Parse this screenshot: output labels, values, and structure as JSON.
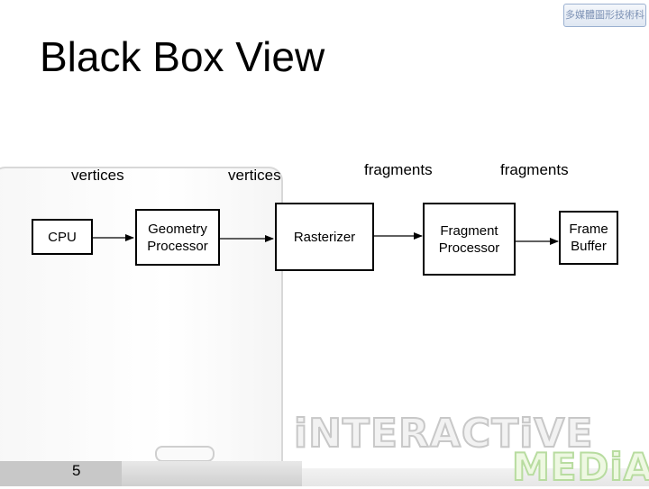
{
  "logo": {
    "text": "多媒體圖形技術科"
  },
  "title": "Black Box View",
  "nodes": {
    "cpu": "CPU",
    "geometry": [
      "Geometry",
      "Processor"
    ],
    "rasterizer": "Rasterizer",
    "fragment": [
      "Fragment",
      "Processor"
    ],
    "frame_buffer": [
      "Frame",
      "Buffer"
    ]
  },
  "edges": {
    "vertices_1": "vertices",
    "vertices_2": "vertices",
    "fragments_1": "fragments",
    "fragments_2": "fragments"
  },
  "page_number": "5",
  "watermark": {
    "line1": "iNTERACTiVE",
    "line2": "MEDiA"
  }
}
